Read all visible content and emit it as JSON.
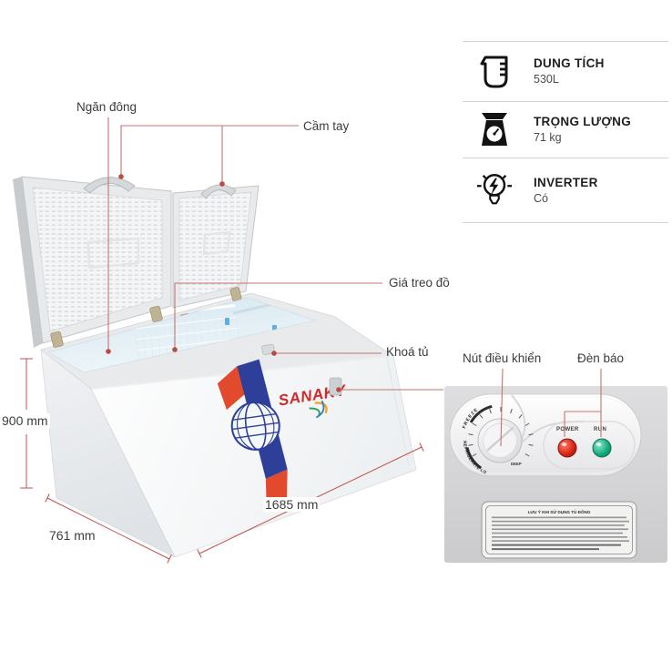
{
  "specs": {
    "rows": [
      {
        "icon": "measuring-cup-icon",
        "label": "DUNG TÍCH",
        "value": "530L"
      },
      {
        "icon": "scale-icon",
        "label": "TRỌNG LƯỢNG",
        "value": "71 kg"
      },
      {
        "icon": "inverter-bulb-icon",
        "label": "INVERTER",
        "value": "Có"
      }
    ]
  },
  "callouts": {
    "freezer_compartment": "Ngăn đông",
    "handles": "Cầm tay",
    "hanging_rack": "Giá treo đồ",
    "lid_lock": "Khoá tủ",
    "control_knob": "Nút điều khiển",
    "indicator_lights": "Đèn báo"
  },
  "dimensions": {
    "height": "900 mm",
    "depth": "761 mm",
    "width": "1685 mm"
  },
  "brand": {
    "name": "SANAKY"
  },
  "control_panel": {
    "dial_arc_top": "FREEZE",
    "dial_arc_bottom": "REFRIGERATE LOW",
    "dial_deep": "DEEP",
    "power_label": "POWER",
    "run_label": "RUN",
    "sticker_title": "LƯU Ý KHI SỬ DỤNG TỦ ĐÔNG"
  },
  "colors": {
    "callout_line": "#c4736f",
    "dimension_line": "#c0504a",
    "brand_red": "#ce2b28",
    "power_light": "#d92318",
    "run_light": "#17a87d"
  }
}
